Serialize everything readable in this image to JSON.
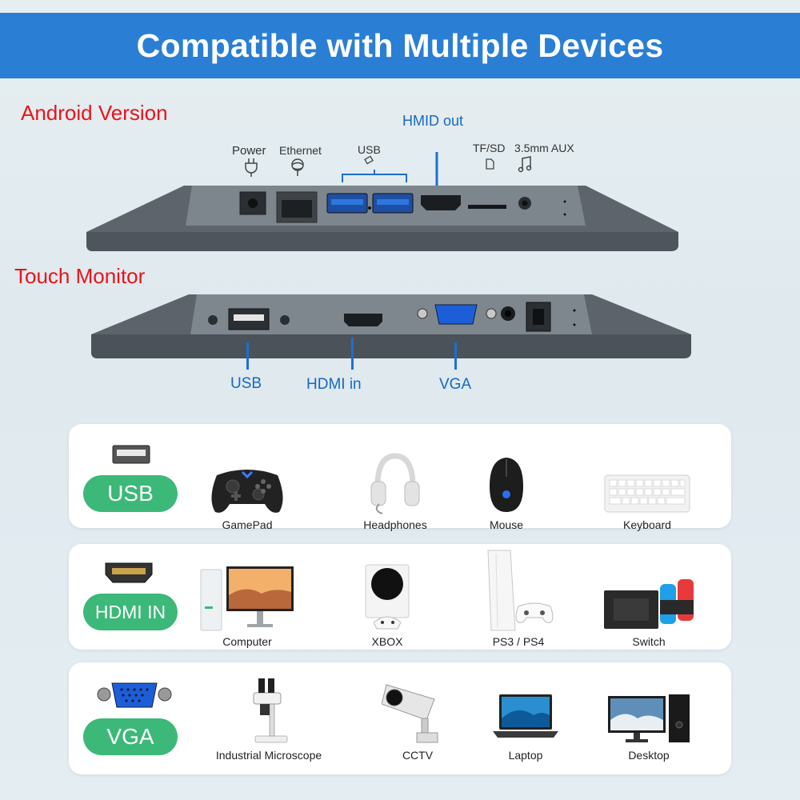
{
  "banner": {
    "title": "Compatible with Multiple Devices"
  },
  "android": {
    "title": "Android Version",
    "ports": {
      "power": "Power",
      "ethernet": "Ethernet",
      "usb": "USB",
      "hdmi_out": "HMID out",
      "tfsd": "TF/SD",
      "aux": "3.5mm AUX"
    }
  },
  "touch": {
    "title": "Touch Monitor",
    "ports": {
      "usb": "USB",
      "hdmi_in": "HDMI in",
      "vga": "VGA"
    }
  },
  "rows": [
    {
      "pill": "USB",
      "devices": [
        "GamePad",
        "Headphones",
        "Mouse",
        "Keyboard"
      ]
    },
    {
      "pill": "HDMI IN",
      "devices": [
        "Computer",
        "XBOX",
        "PS3 / PS4",
        "Switch"
      ]
    },
    {
      "pill": "VGA",
      "devices": [
        "Industrial Microscope",
        "CCTV",
        "Laptop",
        "Desktop"
      ]
    }
  ],
  "colors": {
    "banner": "#2a7fd4",
    "version_title": "#e8141b",
    "port_callout": "#1668c4",
    "pill": "#3cb878"
  }
}
